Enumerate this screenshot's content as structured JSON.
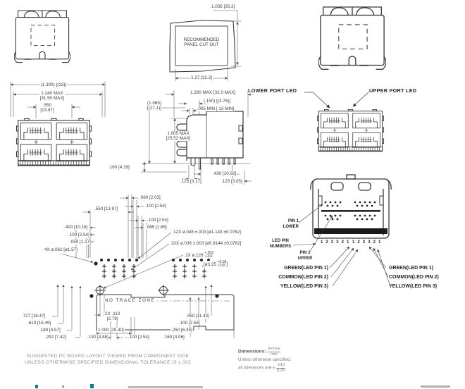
{
  "colors": {
    "line": "#3a3a3a",
    "dim_line": "#555555",
    "callout_text": "#23232e",
    "note_text": "#8a8a8a",
    "footer_teal": "#0d7f86"
  },
  "front_view": {
    "overall": "(1.300) [(33)]",
    "width_max_in": "1.240 MAX",
    "width_max_mm": "[31.50 MAX]",
    "pitch_in": ".550",
    "pitch_mm": "[13.97]"
  },
  "panel_cutout": {
    "title_l1": "RECOMMENDED",
    "title_l2": "PANEL CUT OUT",
    "height": "1.035 [26.3]",
    "width": "1.27 [32.3]"
  },
  "side_view": {
    "depth_max": "1.260 MAX [32.0 MAX]",
    "flange": "(.150) [(3.76)]",
    "panel_min": ".005 MIN [.13 MIN]",
    "height_ref_in": "(1.065)",
    "height_ref_mm": "[(27.1)]",
    "height_max_in": "1.005 MAX",
    "height_max_mm": "[25.52 MAX]",
    "standoff": ".160 [4.19]",
    "pin_length": ".125 [3.17]",
    "pin_field": ".430 [10.92]",
    "tail": ".120 [3.05]"
  },
  "led_callouts": {
    "lower": "LOWER PORT LED",
    "upper": "UPPER PORT LED"
  },
  "bottom_view": {
    "pin1_lower_l1": "PIN 1",
    "pin1_lower_l2": "LOWER",
    "led_pin_l1": "LED PIN",
    "led_pin_l2": "NUMBERS",
    "pin1_upper_l1": "PIN 1",
    "pin1_upper_l2": "UPPER",
    "numbers_left": "1 2 3 3 2 1",
    "numbers_right": "1 2 3 3 2 1",
    "legend_left": {
      "green": "GREEN(LED PIN 1)",
      "common": "COMMON(LED PIN 2)",
      "yellow": "YELLOW(LED PIN 3)"
    },
    "legend_right": {
      "green": "GREEN(LED PIN 1)",
      "common": "COMMON(LED PIN 2)",
      "yellow": "YELLOW(LED PIN 3)"
    }
  },
  "pcb": {
    "d080": ".080 [2.03]",
    "d100a": ".100 [2.54]",
    "d550": ".550 [13.97]",
    "d100b": ".100 [2.54]",
    "d065": ".065 [1.65]",
    "d400": ".400 [10.16]",
    "d100c": ".100 [2.54]",
    "d050": ".050 [1.27]",
    "mount": "4X ø.062 [ø1.57]",
    "led_holes": "12X ø.045 ±.003 [ø1.143 ±0.0762]",
    "sig_holes": "32X ø.036 ±.003 [ø0.9144 ±0.0762]",
    "post_pre": "2X ø.128",
    "post_plus": "+.003",
    "post_minus": "-.002",
    "post_mm_pre": "[ø3.25",
    "post_mm_plus": "+0.08",
    "post_mm_minus": "-0.05",
    "post_mm_close": "]",
    "d727": ".727 [18.47]",
    "d610": ".610 [15.49]",
    "d180": ".180 [4.57]",
    "d292": ".292 [7.42]",
    "d110_l1": "2X .110",
    "d110_l2": "[2.79]",
    "d1000": "1.000 [25.40]",
    "d192": ".192 [4.88]",
    "d100d": ".100 [2.54]",
    "d450": ".450 [11.43]",
    "d100e": ".100 [2.54]",
    "d250": ".250 [6.35]",
    "d160": ".160 [4.06]",
    "no_trace": "NO TRACE ZONE"
  },
  "notes": {
    "board_l1": "SUGGESTED PC BOARD LAYOUT VIEWED FROM COMPONENT SIDE",
    "board_l2": "UNLESS OTHERWISE SPECIFIED DIMENSIONAL TOLERANCE IS ±.002"
  },
  "dim_note": {
    "title": "Dimensions:",
    "unit_top": "Inches",
    "unit_bottom": "mm",
    "l2": "Unless otherwise specified,",
    "l3": "all tolerances are ±",
    "tol_top": ".010",
    "tol_bottom": "0,25"
  }
}
